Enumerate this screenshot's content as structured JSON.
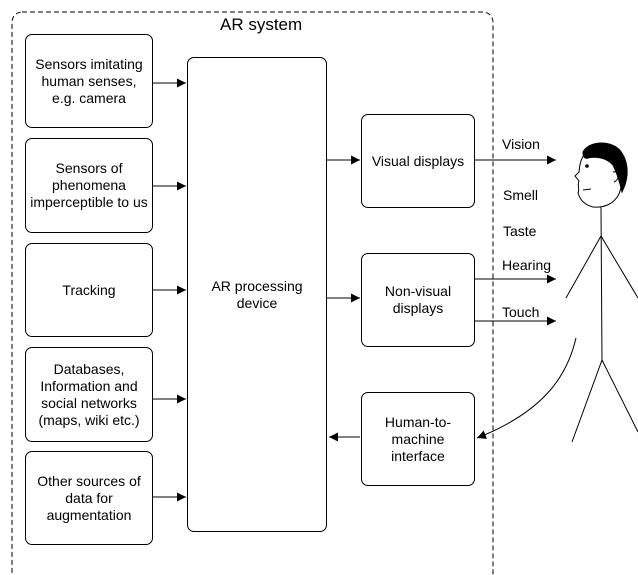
{
  "system": {
    "title": "AR system"
  },
  "inputs": [
    "Sensors imitating human senses, e.g. camera",
    "Sensors of phenomena imperceptible to us",
    "Tracking",
    "Databases, Information and social networks (maps, wiki etc.)",
    "Other sources of data for augmentation"
  ],
  "processor": "AR processing device",
  "outputs": {
    "visual": "Visual displays",
    "nonvisual": "Non-visual displays",
    "hmi": "Human-to-machine interface"
  },
  "senses": {
    "vision": "Vision",
    "smell": "Smell",
    "taste": "Taste",
    "hearing": "Hearing",
    "touch": "Touch"
  }
}
